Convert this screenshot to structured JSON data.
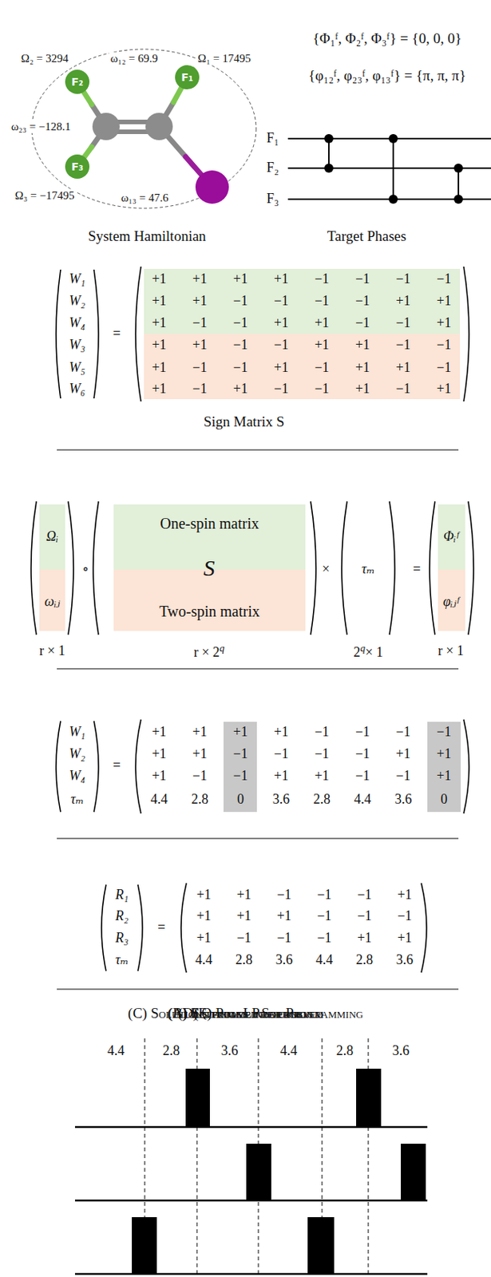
{
  "diagram": {
    "nodes": [
      {
        "text": [
          "F₁"
        ]
      },
      {
        "text": [
          "F₂"
        ]
      },
      {
        "text": [
          "F₃"
        ]
      },
      {
        "text": [
          "One-spin matrix"
        ]
      },
      {
        "text": [
          "Two-spin matrix"
        ]
      }
    ],
    "labels": [
      "(A) Setting up the problem",
      "Ω₂ = 3294",
      "ω₁₂ = 69.9",
      "Ω₁ = 17495",
      "ω₂₃ = −128.1",
      "Ω₃ = −17495",
      "ω₁₃ = 47.6",
      "System Hamiltonian",
      "{Φ₁ᶠ, Φ₂ᶠ, Φ₃ᶠ} = {0, 0, 0}",
      "{φ₁₂ᶠ, φ₂₃ᶠ, φ₁₃ᶠ} = {π, π, π}",
      "F₁",
      "F₂",
      "F₃",
      "Target Phases",
      "W₁",
      "W₂",
      "W₄",
      "W₃",
      "W₅",
      "W₆",
      "=",
      "+1",
      "+1",
      "+1",
      "+1",
      "−1",
      "−1",
      "−1",
      "−1",
      "+1",
      "+1",
      "−1",
      "−1",
      "−1",
      "−1",
      "+1",
      "+1",
      "+1",
      "−1",
      "−1",
      "+1",
      "+1",
      "−1",
      "−1",
      "+1",
      "+1",
      "+1",
      "−1",
      "−1",
      "+1",
      "+1",
      "−1",
      "−1",
      "+1",
      "−1",
      "−1",
      "+1",
      "−1",
      "+1",
      "+1",
      "−1",
      "+1",
      "−1",
      "+1",
      "−1",
      "−1",
      "+1",
      "−1",
      "+1",
      "Sign Matrix S",
      "(B) Equations to be solved",
      "Ωᵢ",
      "ωᵢⱼ",
      "∘",
      "S",
      "×",
      "τₘ",
      "=",
      "Φᵢᶠ",
      "φᵢⱼᶠ",
      "r × 1",
      "r × 2",
      "q",
      "2",
      "q",
      "× 1",
      "r × 1",
      "(C) Solutions from Linear Programming",
      "W₁",
      "W₂",
      "W₄",
      "τₘ",
      "=",
      "+1",
      "+1",
      "+1",
      "+1",
      "−1",
      "−1",
      "−1",
      "−1",
      "+1",
      "+1",
      "−1",
      "−1",
      "−1",
      "−1",
      "+1",
      "+1",
      "+1",
      "−1",
      "−1",
      "+1",
      "+1",
      "−1",
      "−1",
      "+1",
      "4.4",
      "2.8",
      "0",
      "3.6",
      "2.8",
      "4.4",
      "3.6",
      "0",
      "(D) Optimized Solution",
      "R₁",
      "R₂",
      "R₃",
      "τₘ",
      "=",
      "+1",
      "+1",
      "−1",
      "−1",
      "−1",
      "+1",
      "+1",
      "+1",
      "+1",
      "−1",
      "−1",
      "−1",
      "+1",
      "−1",
      "−1",
      "−1",
      "+1",
      "+1",
      "4.4",
      "2.8",
      "3.6",
      "4.4",
      "2.8",
      "3.6",
      "(E) Pulse Pattern",
      "4.4",
      "2.8",
      "3.6",
      "4.4",
      "2.8",
      "3.6"
    ]
  }
}
